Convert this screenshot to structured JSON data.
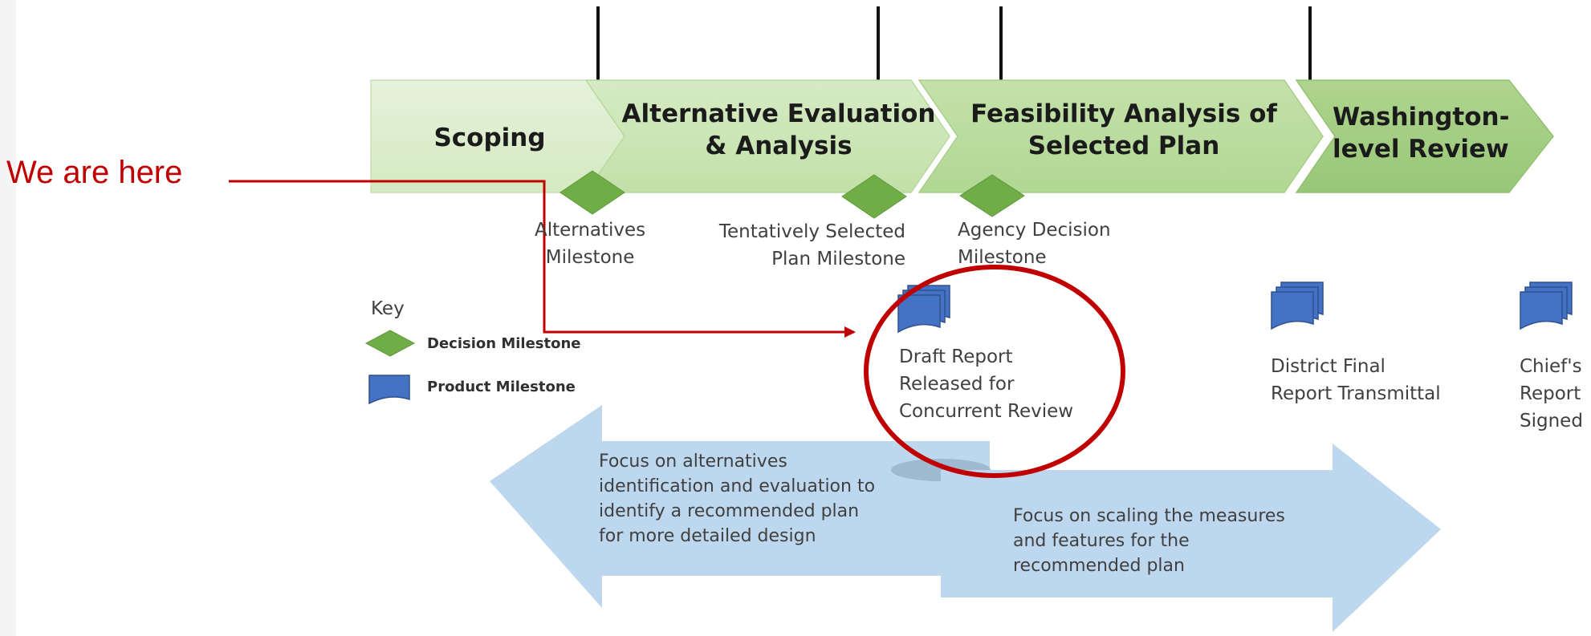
{
  "annotation": {
    "text": "We are here",
    "color": "#c00000"
  },
  "phases": [
    {
      "lines": [
        "Scoping"
      ]
    },
    {
      "lines": [
        "Alternative Evaluation",
        "& Analysis"
      ]
    },
    {
      "lines": [
        "Feasibility Analysis of",
        "Selected Plan"
      ]
    },
    {
      "lines": [
        "Washington-",
        "level Review"
      ]
    }
  ],
  "decision_milestones": [
    {
      "lines": [
        "Alternatives",
        "Milestone"
      ]
    },
    {
      "lines": [
        "Tentatively Selected",
        "Plan Milestone"
      ]
    },
    {
      "lines": [
        "Agency Decision",
        "Milestone"
      ]
    }
  ],
  "product_milestones": [
    {
      "lines": [
        "Draft Report",
        "Released for",
        "Concurrent Review"
      ]
    },
    {
      "lines": [
        "District Final",
        "Report Transmittal"
      ]
    },
    {
      "lines": [
        "Chief's",
        "Report",
        "Signed"
      ]
    }
  ],
  "key": {
    "title": "Key",
    "decision": "Decision Milestone",
    "product": "Product Milestone"
  },
  "focus": {
    "left": [
      "Focus on alternatives",
      "identification and evaluation to",
      "identify a recommended plan",
      "for more detailed design"
    ],
    "right": [
      "Focus on scaling the measures",
      "and features for the",
      "recommended plan"
    ]
  },
  "colors": {
    "phase_light": "#e3f0d6",
    "phase_mid": "#cde6b8",
    "phase_dark": "#a9d18e",
    "diamond": "#70ad47",
    "product": "#4472c4",
    "focus_arrow": "#bdd7ee",
    "annotation": "#c00000"
  }
}
